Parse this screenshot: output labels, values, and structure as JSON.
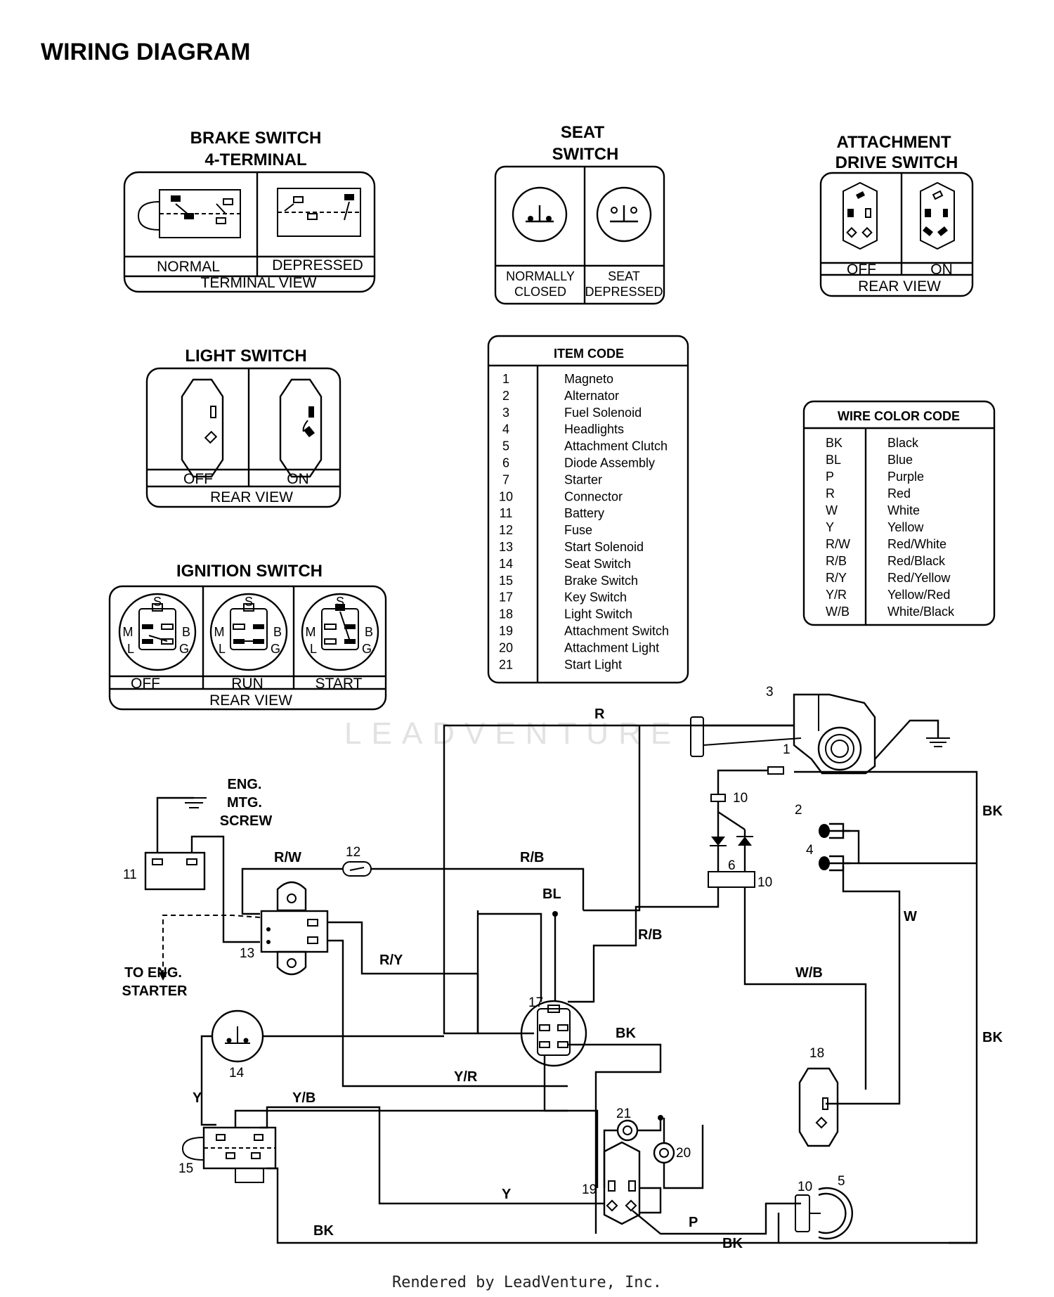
{
  "title": "WIRING DIAGRAM",
  "brake_switch": {
    "title_line1": "BRAKE SWITCH",
    "title_line2": "4-TERMINAL",
    "states": [
      "NORMAL",
      "DEPRESSED"
    ],
    "view": "TERMINAL VIEW"
  },
  "seat_switch": {
    "title_line1": "SEAT",
    "title_line2": "SWITCH",
    "left_line1": "NORMALLY",
    "left_line2": "CLOSED",
    "right_line1": "SEAT",
    "right_line2": "DEPRESSED"
  },
  "attachment_switch": {
    "title_line1": "ATTACHMENT",
    "title_line2": "DRIVE SWITCH",
    "states": [
      "OFF",
      "ON"
    ],
    "view": "REAR VIEW"
  },
  "light_switch": {
    "title": "LIGHT SWITCH",
    "states": [
      "OFF",
      "ON"
    ],
    "view": "REAR VIEW"
  },
  "ignition_switch": {
    "title": "IGNITION SWITCH",
    "terminals": [
      "S",
      "M",
      "B",
      "L",
      "G"
    ],
    "states": [
      "OFF",
      "RUN",
      "START"
    ],
    "view": "REAR VIEW"
  },
  "item_code": {
    "title": "ITEM CODE",
    "items": [
      {
        "num": "1",
        "name": "Magneto"
      },
      {
        "num": "2",
        "name": "Alternator"
      },
      {
        "num": "3",
        "name": "Fuel Solenoid"
      },
      {
        "num": "4",
        "name": "Headlights"
      },
      {
        "num": "5",
        "name": "Attachment Clutch"
      },
      {
        "num": "6",
        "name": "Diode Assembly"
      },
      {
        "num": "7",
        "name": "Starter"
      },
      {
        "num": "10",
        "name": "Connector"
      },
      {
        "num": "11",
        "name": "Battery"
      },
      {
        "num": "12",
        "name": "Fuse"
      },
      {
        "num": "13",
        "name": "Start Solenoid"
      },
      {
        "num": "14",
        "name": "Seat Switch"
      },
      {
        "num": "15",
        "name": "Brake Switch"
      },
      {
        "num": "17",
        "name": "Key Switch"
      },
      {
        "num": "18",
        "name": "Light Switch"
      },
      {
        "num": "19",
        "name": "Attachment Switch"
      },
      {
        "num": "20",
        "name": "Attachment Light"
      },
      {
        "num": "21",
        "name": "Start Light"
      }
    ]
  },
  "wire_color_code": {
    "title": "WIRE COLOR CODE",
    "items": [
      {
        "code": "BK",
        "name": "Black"
      },
      {
        "code": "BL",
        "name": "Blue"
      },
      {
        "code": "P",
        "name": "Purple"
      },
      {
        "code": "R",
        "name": "Red"
      },
      {
        "code": "W",
        "name": "White"
      },
      {
        "code": "Y",
        "name": "Yellow"
      },
      {
        "code": "R/W",
        "name": "Red/White"
      },
      {
        "code": "R/B",
        "name": "Red/Black"
      },
      {
        "code": "R/Y",
        "name": "Red/Yellow"
      },
      {
        "code": "Y/R",
        "name": "Yellow/Red"
      },
      {
        "code": "W/B",
        "name": "White/Black"
      }
    ]
  },
  "schematic": {
    "eng_mtg_screw": [
      "ENG.",
      "MTG.",
      "SCREW"
    ],
    "to_eng_starter": [
      "TO ENG.",
      "STARTER"
    ],
    "component_numbers": {
      "n1": "1",
      "n2": "2",
      "n3": "3",
      "n4": "4",
      "n5": "5",
      "n6": "6",
      "n10a": "10",
      "n10b": "10",
      "n10c": "10",
      "n11": "11",
      "n12": "12",
      "n13": "13",
      "n14": "14",
      "n15": "15",
      "n17": "17",
      "n18": "18",
      "n19": "19",
      "n20": "20",
      "n21": "21"
    },
    "wire_labels": {
      "r": "R",
      "rw": "R/W",
      "rb1": "R/B",
      "rb2": "R/B",
      "bl": "BL",
      "ry": "R/Y",
      "yr": "Y/R",
      "yb": "Y/B",
      "y1": "Y",
      "y2": "Y",
      "bk1": "BK",
      "bk2": "BK",
      "bk3": "BK",
      "bk4": "BK",
      "bk5": "BK",
      "w": "W",
      "wb": "W/B",
      "p": "P"
    }
  },
  "watermark": "LEADVENTURE",
  "footer": "Rendered by LeadVenture, Inc."
}
